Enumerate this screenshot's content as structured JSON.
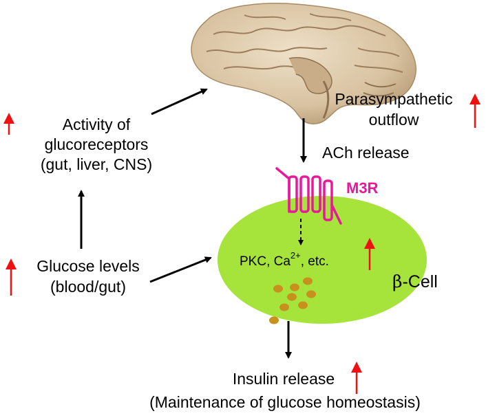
{
  "labels": {
    "activity_line1": "Activity of",
    "activity_line2": "glucoreceptors",
    "activity_line3": "(gut, liver, CNS)",
    "glucose_line1": "Glucose levels",
    "glucose_line2": "(blood/gut)",
    "parasym_line1": "Parasympathetic",
    "parasym_line2": "outflow",
    "ach_release": "ACh release",
    "m3r": "M3R",
    "pkc_prefix": "PKC, Ca",
    "pkc_superscript": "2+",
    "pkc_suffix": ", etc.",
    "beta_symbol": "β",
    "beta_cell": "-Cell",
    "insulin_release": "Insulin release",
    "maintenance": "(Maintenance of glucose homeostasis)"
  },
  "colors": {
    "cell_fill": "#a6e33b",
    "receptor": "#e8189a",
    "granule": "#c8901c",
    "up_arrow": "#ee1111",
    "arrow": "#000000"
  },
  "icons": {
    "brain": "brain-illustration",
    "receptor": "seven-transmembrane-receptor",
    "up_arrow": "up-arrow-icon"
  }
}
